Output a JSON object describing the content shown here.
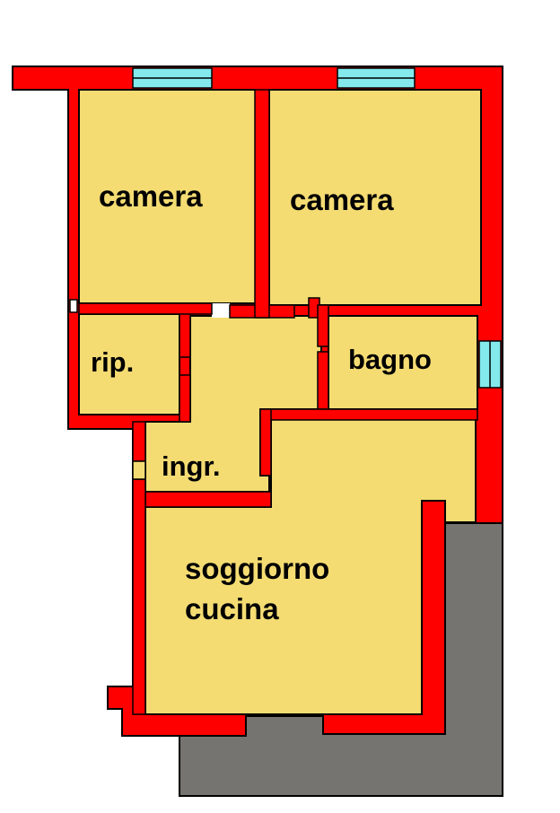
{
  "rooms": {
    "camera_left": "camera",
    "camera_right": "camera",
    "ripostiglio": "rip.",
    "bagno": "bagno",
    "ingresso": "ingr.",
    "soggiorno_line1": "soggiorno",
    "soggiorno_line2": "cucina"
  },
  "colors": {
    "wall": "#fe0000",
    "floor": "#f4dc73",
    "window": "#83e9ec",
    "terrace": "#767470",
    "outline": "#000000"
  }
}
